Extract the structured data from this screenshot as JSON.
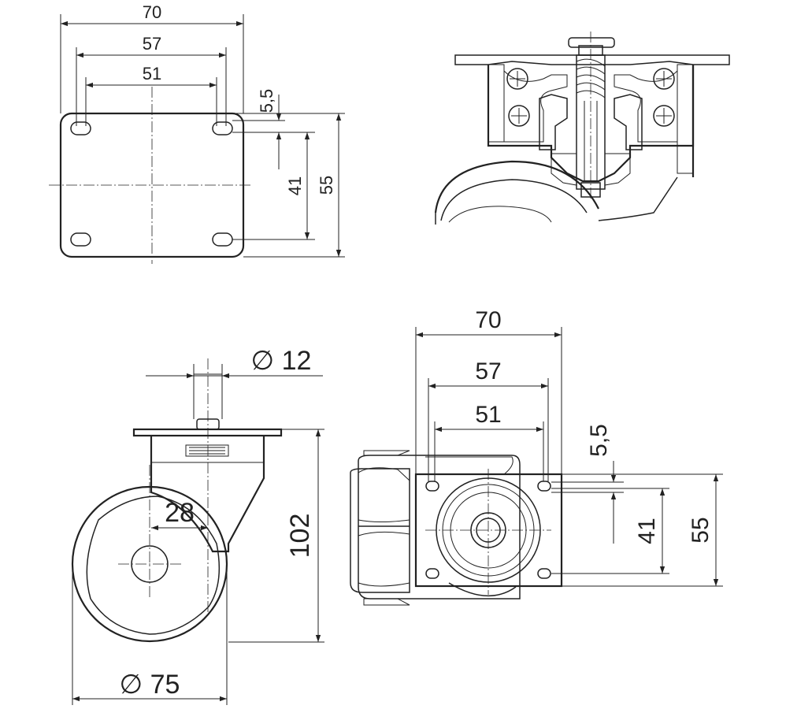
{
  "top_plate_view": {
    "dim_width_overall": "70",
    "dim_hole_spacing_outer": "57",
    "dim_hole_spacing_inner": "51",
    "dim_hole_slot": "5,5",
    "dim_hole_spacing_vertical": "41",
    "dim_height_overall": "55"
  },
  "side_view": {
    "dim_bolt_diameter": "∅ 12",
    "dim_offset": "28",
    "dim_total_height": "102",
    "dim_wheel_diameter": "∅ 75"
  },
  "bottom_view": {
    "dim_width_overall": "70",
    "dim_hole_spacing_outer": "57",
    "dim_hole_spacing_inner": "51",
    "dim_hole_slot": "5,5",
    "dim_hole_spacing_vertical": "41",
    "dim_height_overall": "55"
  }
}
